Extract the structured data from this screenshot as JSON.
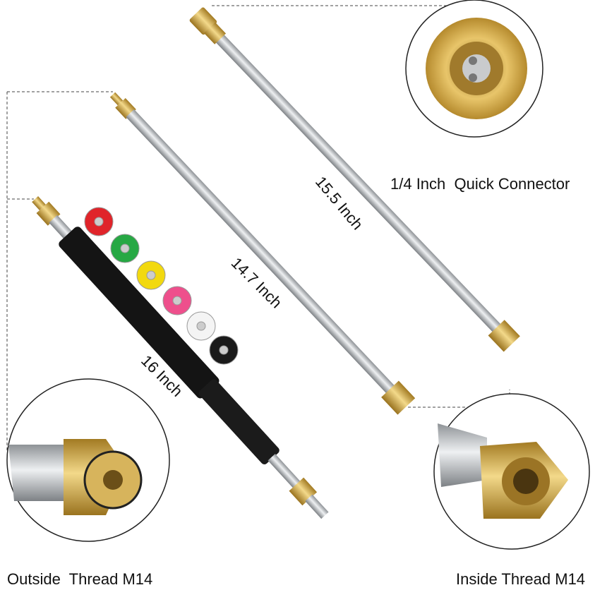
{
  "labels": {
    "quick_connector": "1/4 Inch  Quick Connector",
    "outside_thread": "Outside  Thread M14",
    "inside_thread": "Inside Thread M14"
  },
  "lengths": {
    "long_rod": "15.5 Inch",
    "mid_rod": "14.7 Inch",
    "wand": "16 Inch"
  },
  "nozzle_colors": [
    "#e0242a",
    "#27a844",
    "#f2d90f",
    "#ee4f8c",
    "#f4f4f4",
    "#1a1a1a"
  ],
  "colors": {
    "brass": "#d4a94a",
    "steel": "#b9bcc0",
    "grip": "#141414"
  }
}
